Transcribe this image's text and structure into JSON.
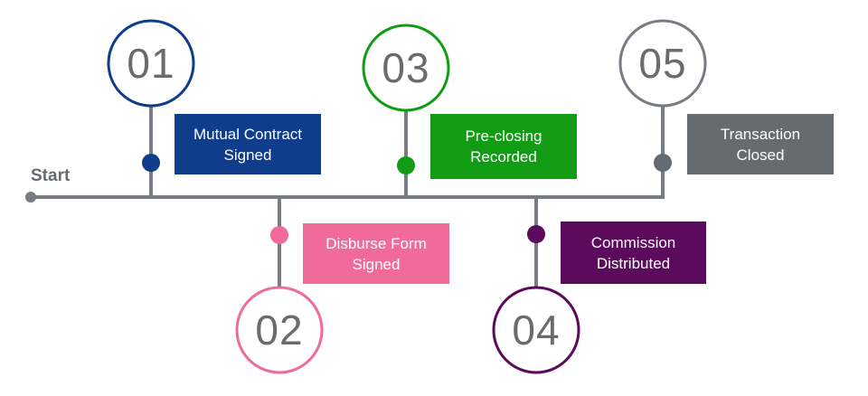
{
  "start_label": "Start",
  "steps": [
    {
      "number": "01",
      "label": "Mutual Contract\nSigned",
      "color": "#0f3d8c"
    },
    {
      "number": "02",
      "label": "Disburse Form\nSigned",
      "color": "#f06b9a"
    },
    {
      "number": "03",
      "label": "Pre-closing\nRecorded",
      "color": "#129c13"
    },
    {
      "number": "04",
      "label": "Commission\nDistributed",
      "color": "#5c0a5c"
    },
    {
      "number": "05",
      "label": "Transaction\nClosed",
      "color": "#666b72"
    }
  ],
  "timeline_color": "#777b82"
}
